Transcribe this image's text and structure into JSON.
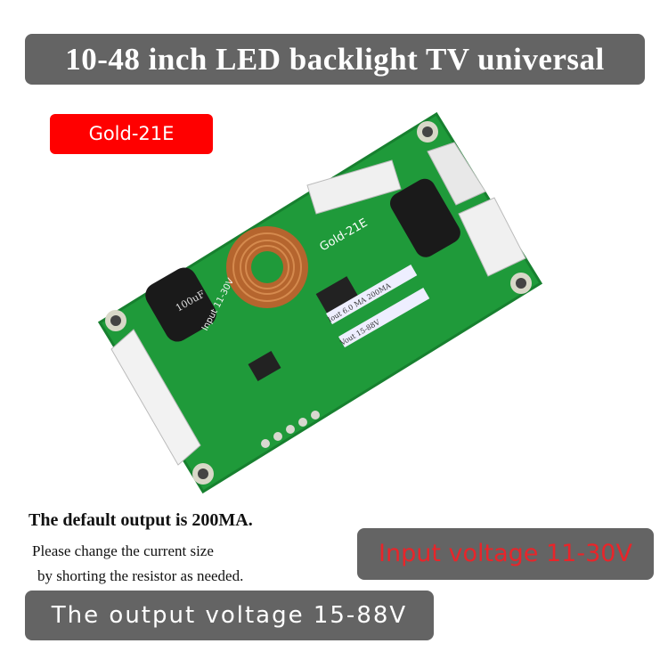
{
  "title": "10-48 inch LED backlight TV universal board",
  "model_badge": "Gold-21E",
  "board_silkscreen": {
    "model": "Gold-21E",
    "capacitor": "100uF",
    "input_label": "Input 11-30V",
    "iout_label": "Iout 6.0 MA 200MA",
    "vout_label": "Vout 15-88V"
  },
  "notes": {
    "default_output": "The default output is 200MA.",
    "line1": "Please change the current size",
    "line2": "by shorting the resistor as needed."
  },
  "input_voltage": "Input voltage 11-30V",
  "output_voltage": "The output voltage 15-88V",
  "colors": {
    "banner": "#646464",
    "badge": "#ff0000",
    "input_text": "#e8252a",
    "pcb": "#1f9a3a"
  }
}
